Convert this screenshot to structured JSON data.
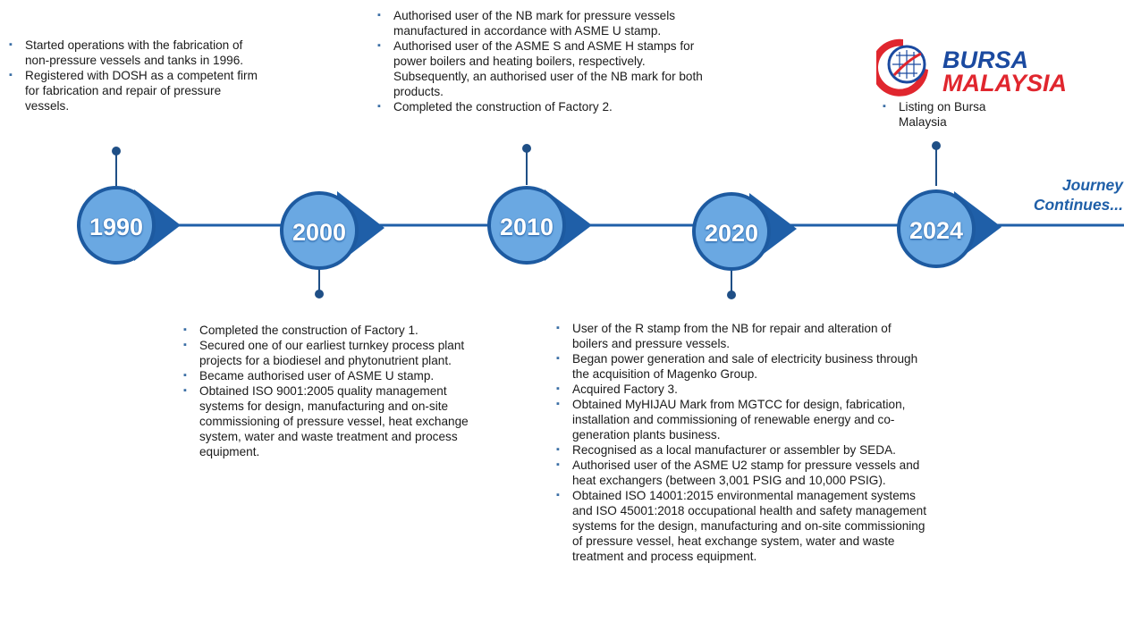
{
  "timeline": {
    "milestones": [
      {
        "year": "1990",
        "items": [
          "Started operations with the fabrication of non-pressure vessels and tanks in 1996.",
          "Registered with DOSH as a competent firm for fabrication and repair of pressure vessels."
        ]
      },
      {
        "year": "2000",
        "items": [
          "Completed the construction of Factory 1.",
          "Secured one of our earliest turnkey process plant projects for a biodiesel and phytonutrient plant.",
          "Became authorised user of ASME U stamp.",
          "Obtained ISO 9001:2005 quality management systems for design, manufacturing and on-site commissioning of pressure vessel, heat exchange system, water and waste treatment and process equipment."
        ]
      },
      {
        "year": "2010",
        "items": [
          "Authorised user of the NB mark for pressure vessels manufactured in accordance with ASME U stamp.",
          "Authorised user of the ASME S and ASME H stamps for power boilers and heating boilers, respectively. Subsequently, an authorised user of the NB mark for both products.",
          "Completed the construction of Factory 2."
        ]
      },
      {
        "year": "2020",
        "items": [
          "User of the R stamp from the NB for repair and alteration of boilers and pressure vessels.",
          "Began power generation and sale of electricity business through the acquisition of Magenko Group.",
          "Acquired Factory 3.",
          "Obtained MyHIJAU Mark from MGTCC for design, fabrication, installation and commissioning of renewable energy and co-generation plants business.",
          "Recognised as a local manufacturer or assembler by SEDA.",
          "Authorised user of the ASME U2 stamp for pressure vessels and heat exchangers (between 3,001 PSIG and 10,000 PSIG).",
          "Obtained ISO 14001:2015 environmental management systems and ISO 45001:2018 occupational health and safety management systems for the design, manufacturing and on-site commissioning of pressure vessel, heat exchange system, water and waste treatment and process equipment."
        ]
      },
      {
        "year": "2024",
        "items": [
          "Listing on Bursa Malaysia"
        ]
      }
    ],
    "continues_line1": "Journey",
    "continues_line2": "Continues...",
    "logo_line1": "BURSA",
    "logo_line2": "MALAYSIA"
  },
  "colors": {
    "line": "#1f5fa8",
    "circle_fill": "#6aa8e2",
    "circle_stroke": "#1d5aa0",
    "connector": "#1f4f86",
    "logo_blue": "#1b4aa0",
    "logo_red": "#e0262e"
  }
}
